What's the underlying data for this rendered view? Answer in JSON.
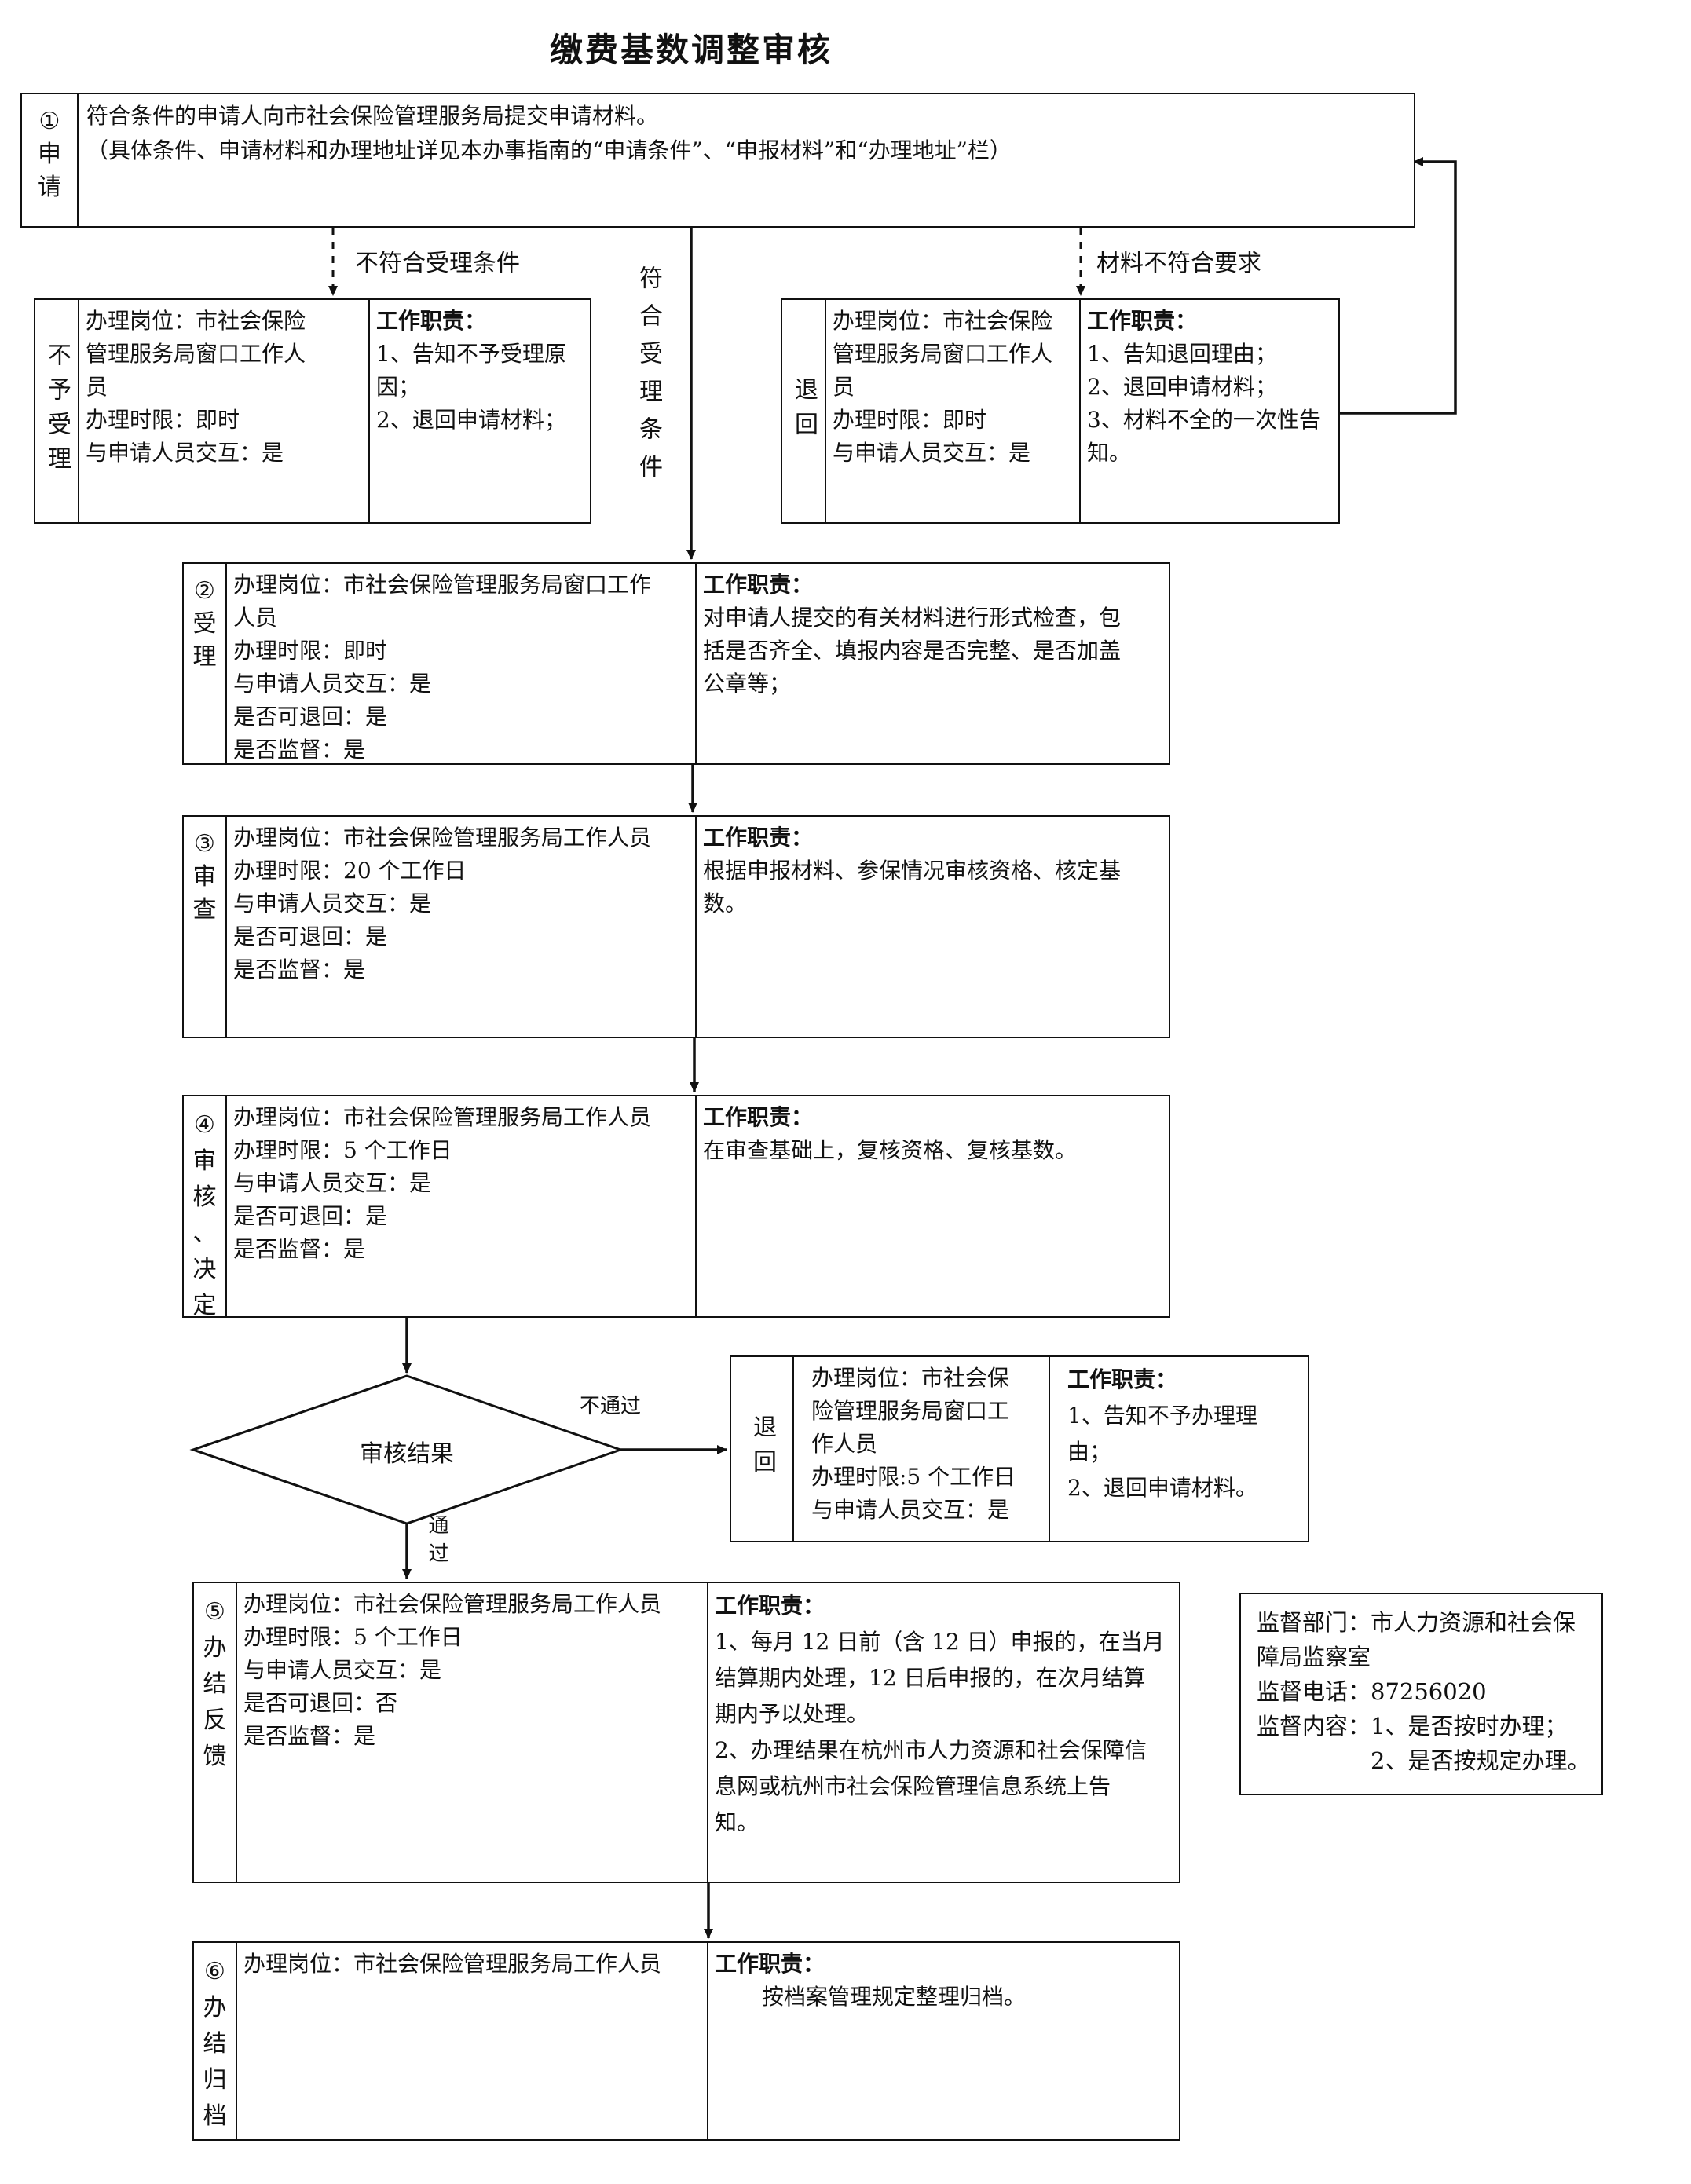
{
  "title": "缴费基数调整审核",
  "step1": {
    "label": [
      "①",
      "申",
      "请"
    ],
    "text": [
      "符合条件的申请人向市社会保险管理服务局提交申请材料。",
      "（具体条件、申请材料和办理地址详见本办事指南的“申请条件”、“申报材料”和“办理地址”栏）"
    ]
  },
  "branch_notes": {
    "not_acceptable": "不符合受理条件",
    "acceptable": "符合受理条件",
    "materials_bad": "材料不符合要求",
    "fail": "不通过",
    "pass": "通过"
  },
  "reject_box": {
    "label": "不予受理",
    "info": [
      "办理岗位：市社会保险",
      "管理服务局窗口工作人",
      "员",
      "办理时限：即时",
      "与申请人员交互：是"
    ],
    "duty_head": "工作职责：",
    "duty": [
      "1、告知不予受理原因；",
      "2、退回申请材料；"
    ]
  },
  "return_box": {
    "label": "退回",
    "info": [
      "办理岗位：市社会保险",
      "管理服务局窗口工作人",
      "员",
      "办理时限：即时",
      "与申请人员交互：是"
    ],
    "duty_head": "工作职责：",
    "duty": [
      "1、告知退回理由；",
      "2、退回申请材料；",
      "3、材料不全的一次性告",
      "知。"
    ]
  },
  "step2": {
    "label": [
      "②",
      "受",
      "理"
    ],
    "info": [
      "办理岗位：市社会保险管理服务局窗口工作",
      "人员",
      "办理时限：即时",
      "与申请人员交互：是",
      "是否可退回：是",
      "是否监督：是"
    ],
    "duty_head": "工作职责：",
    "duty": [
      "对申请人提交的有关材料进行形式检查，包",
      "括是否齐全、填报内容是否完整、是否加盖",
      "公章等；"
    ]
  },
  "step3": {
    "label": [
      "③",
      "审",
      "查"
    ],
    "info": [
      "办理岗位：市社会保险管理服务局工作人员",
      "办理时限：20 个工作日",
      "与申请人员交互：是",
      "是否可退回：是",
      "是否监督：是"
    ],
    "duty_head": "工作职责：",
    "duty": [
      "根据申报材料、参保情况审核资格、核定基",
      "数。"
    ]
  },
  "step4": {
    "label": [
      "④",
      "审",
      "核",
      "、",
      "决",
      "定"
    ],
    "info": [
      "办理岗位：市社会保险管理服务局工作人员",
      "办理时限：5 个工作日",
      "与申请人员交互：是",
      "是否可退回：是",
      "是否监督：是"
    ],
    "duty_head": "工作职责：",
    "duty": [
      "在审查基础上，复核资格、复核基数。"
    ]
  },
  "decision": {
    "text": "审核结果"
  },
  "return2_box": {
    "label": "退回",
    "info": [
      "办理岗位：市社会保",
      "险管理服务局窗口工",
      "作人员",
      "办理时限:5 个工作日",
      "与申请人员交互：是"
    ],
    "duty_head": "工作职责：",
    "duty": [
      "1、告知不予办理理",
      "由；",
      "2、退回申请材料。"
    ]
  },
  "step5": {
    "label": [
      "⑤",
      "办",
      "结",
      "反",
      "馈"
    ],
    "info": [
      "办理岗位：市社会保险管理服务局工作人员",
      "办理时限：5 个工作日",
      "与申请人员交互：是",
      "是否可退回：否",
      "是否监督：是"
    ],
    "duty_head": "工作职责：",
    "duty": [
      "1、每月 12 日前（含 12 日）申报的，在当月",
      "结算期内处理，12 日后申报的，在次月结算",
      "期内予以处理。",
      "2、办理结果在杭州市人力资源和社会保障信",
      "息网或杭州市社会保险管理信息系统上告",
      "知。"
    ]
  },
  "step6": {
    "label": [
      "⑥",
      "办",
      "结",
      "归",
      "档"
    ],
    "info": [
      "办理岗位：市社会保险管理服务局工作人员"
    ],
    "duty_head": "工作职责：",
    "duty": [
      "按档案管理规定整理归档。"
    ]
  },
  "supervision": {
    "lines": [
      "监督部门：市人力资源和社会保",
      "障局监察室",
      "监督电话：87256020",
      "监督内容：1、是否按时办理；",
      "　　　　　2、是否按规定办理。"
    ]
  }
}
